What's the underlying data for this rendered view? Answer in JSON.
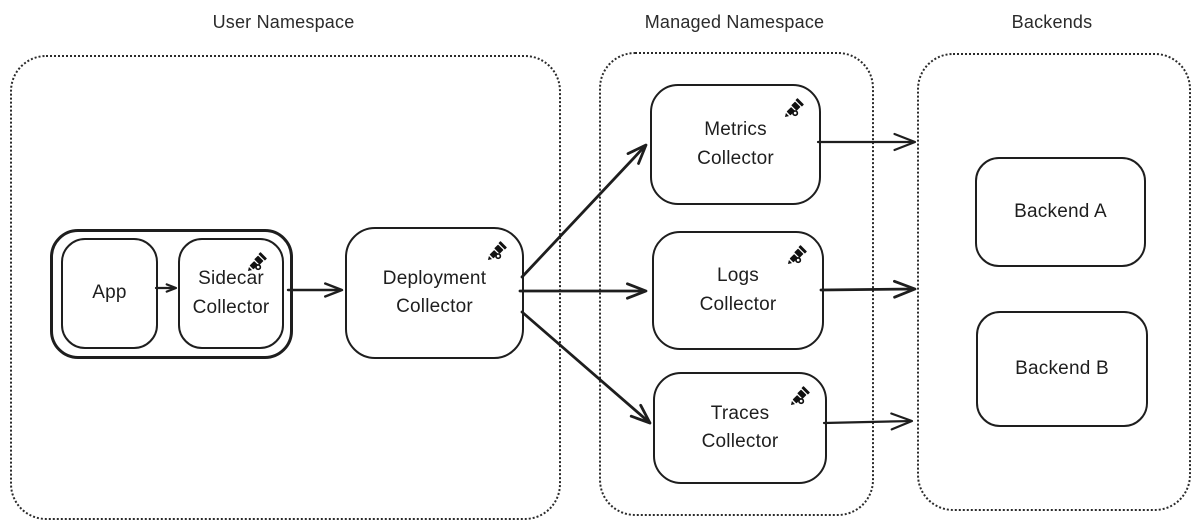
{
  "canvas": {
    "background": "#ffffff",
    "stroke_color": "#1e1e1e"
  },
  "groups": {
    "user_namespace": {
      "title": "User Namespace"
    },
    "managed_namespace": {
      "title": "Managed Namespace"
    },
    "backends": {
      "title": "Backends"
    }
  },
  "nodes": {
    "app": {
      "label": "App"
    },
    "sidecar_collector": {
      "label": "Sidecar\nCollector",
      "icon": "telescope"
    },
    "deployment_collector": {
      "label": "Deployment\nCollector",
      "icon": "telescope"
    },
    "metrics_collector": {
      "label": "Metrics\nCollector",
      "icon": "telescope"
    },
    "logs_collector": {
      "label": "Logs\nCollector",
      "icon": "telescope"
    },
    "traces_collector": {
      "label": "Traces\nCollector",
      "icon": "telescope"
    },
    "backend_a": {
      "label": "Backend A"
    },
    "backend_b": {
      "label": "Backend B"
    }
  }
}
